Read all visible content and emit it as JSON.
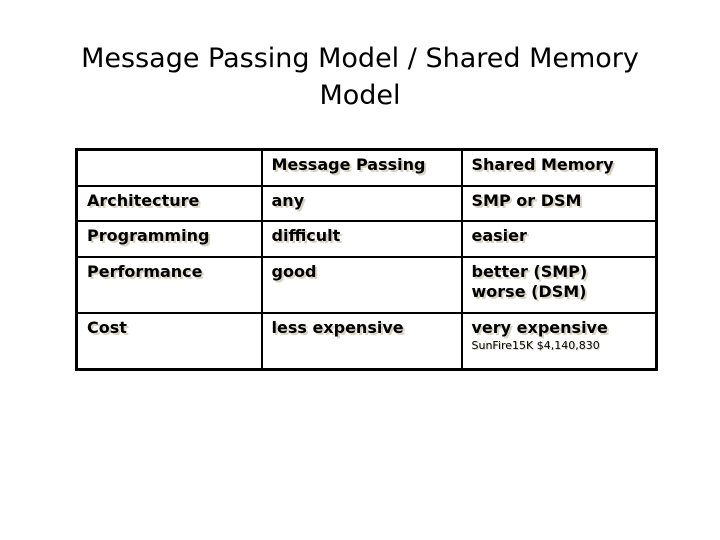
{
  "slide": {
    "background_color": "#ffffff",
    "text_color": "#000000",
    "shadow_color": "#d9d4c2",
    "title": {
      "line1": "Message Passing Model / Shared Memory",
      "line2": "Model"
    }
  },
  "table": {
    "border_color": "#000000",
    "headers": {
      "col0": "",
      "col1": "Message Passing",
      "col2": "Shared Memory"
    },
    "rows": [
      {
        "label": "Architecture",
        "message_passing": "any",
        "shared_memory": "SMP or DSM"
      },
      {
        "label": "Programming",
        "message_passing": "difficult",
        "shared_memory": "easier"
      },
      {
        "label": "Performance",
        "message_passing": "good",
        "shared_memory_line1": "better (SMP)",
        "shared_memory_line2": "worse (DSM)"
      },
      {
        "label": "Cost",
        "message_passing": "less expensive",
        "shared_memory": "very expensive",
        "shared_memory_note": "SunFire15K $4,140,830"
      }
    ]
  }
}
